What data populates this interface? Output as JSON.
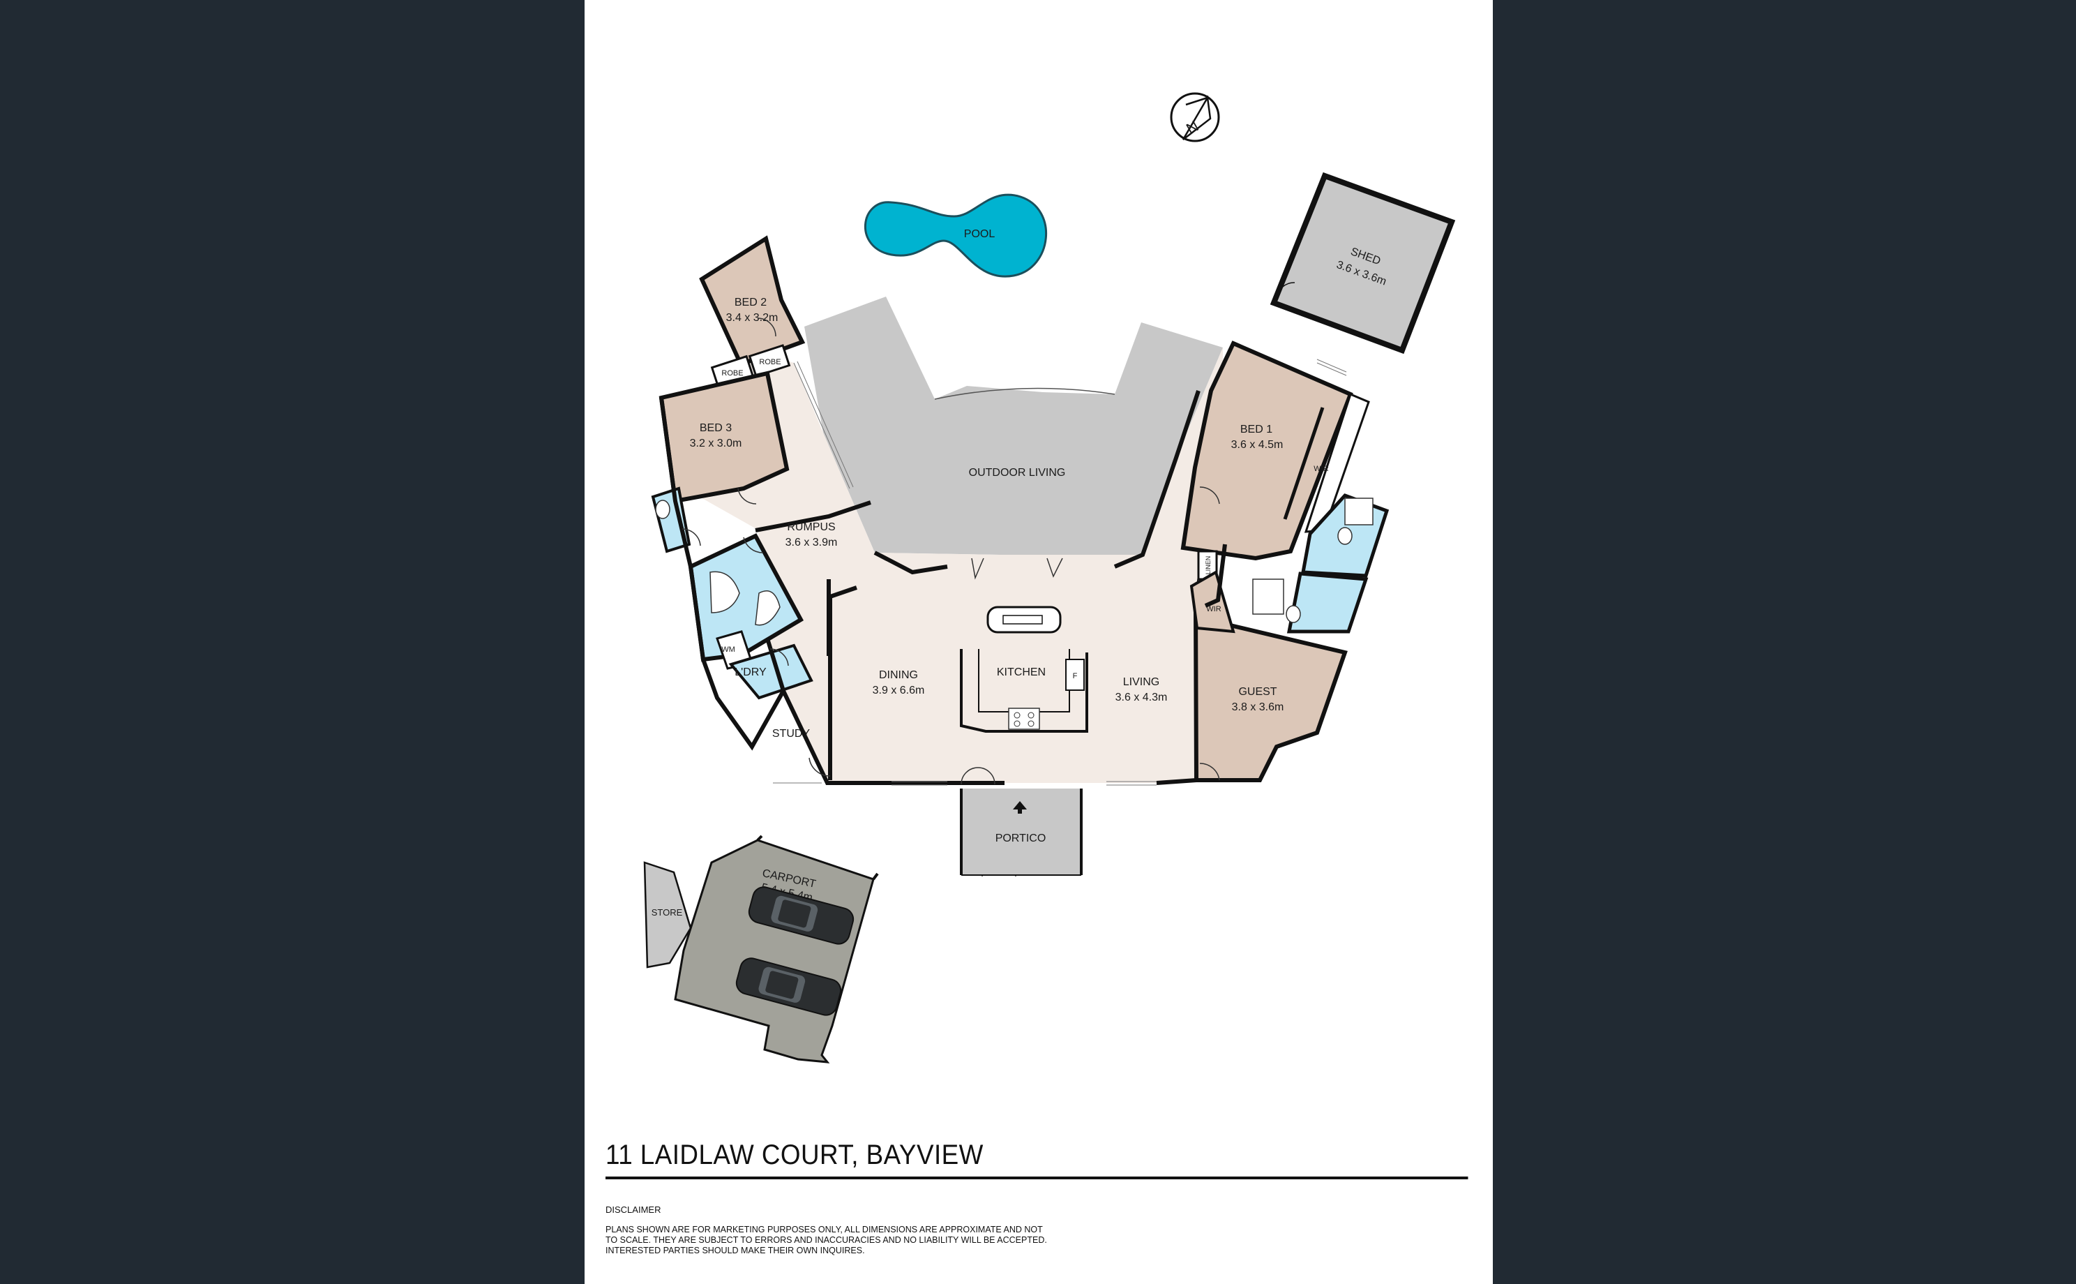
{
  "address": "11 LAIDLAW COURT, BAYVIEW",
  "disclaimer": {
    "title": "DISCLAIMER",
    "text": "PLANS SHOWN ARE FOR MARKETING PURPOSES ONLY, ALL DIMENSIONS ARE APPROXIMATE AND NOT TO SCALE. THEY ARE SUBJECT TO ERRORS AND INACCURACIES AND NO LIABILITY WILL BE ACCEPTED. INTERESTED PARTIES SHOULD MAKE THEIR OWN INQUIRES."
  },
  "compass": {
    "letter": "N"
  },
  "colors": {
    "background": "#212a33",
    "sheet": "#ffffff",
    "living_floor": "#f3ebe5",
    "bedroom_floor": "#dcc7b8",
    "wet_area": "#bde6f5",
    "outdoor": "#c8c8c8",
    "pool": "#00b3d0",
    "carport": "#a2a29a",
    "wall": "#111111"
  },
  "rooms": {
    "pool": {
      "name": "POOL"
    },
    "shed": {
      "name": "SHED",
      "dims": "3.6 x 3.6m"
    },
    "bed2": {
      "name": "BED 2",
      "dims": "3.4 x 3.2m"
    },
    "bed3": {
      "name": "BED 3",
      "dims": "3.2 x 3.0m"
    },
    "robe1": {
      "name": "ROBE"
    },
    "robe2": {
      "name": "ROBE"
    },
    "outdoor_living": {
      "name": "OUTDOOR LIVING"
    },
    "bed1": {
      "name": "BED 1",
      "dims": "3.6 x 4.5m"
    },
    "wir1": {
      "name": "WIR"
    },
    "rumpus": {
      "name": "RUMPUS",
      "dims": "3.6 x 3.9m"
    },
    "linen": {
      "name": "LINEN"
    },
    "wir2": {
      "name": "WIR"
    },
    "wm": {
      "name": "WM"
    },
    "laundry": {
      "name": "L'DRY"
    },
    "dining": {
      "name": "DINING",
      "dims": "3.9 x 6.6m"
    },
    "kitchen": {
      "name": "KITCHEN"
    },
    "fridge": {
      "name": "F"
    },
    "living": {
      "name": "LIVING",
      "dims": "3.6 x 4.3m"
    },
    "guest": {
      "name": "GUEST",
      "dims": "3.8 x 3.6m"
    },
    "study": {
      "name": "STUDY"
    },
    "portico": {
      "name": "PORTICO"
    },
    "carport": {
      "name": "CARPORT",
      "dims": "5.4 x 5.4m"
    },
    "store": {
      "name": "STORE"
    }
  }
}
